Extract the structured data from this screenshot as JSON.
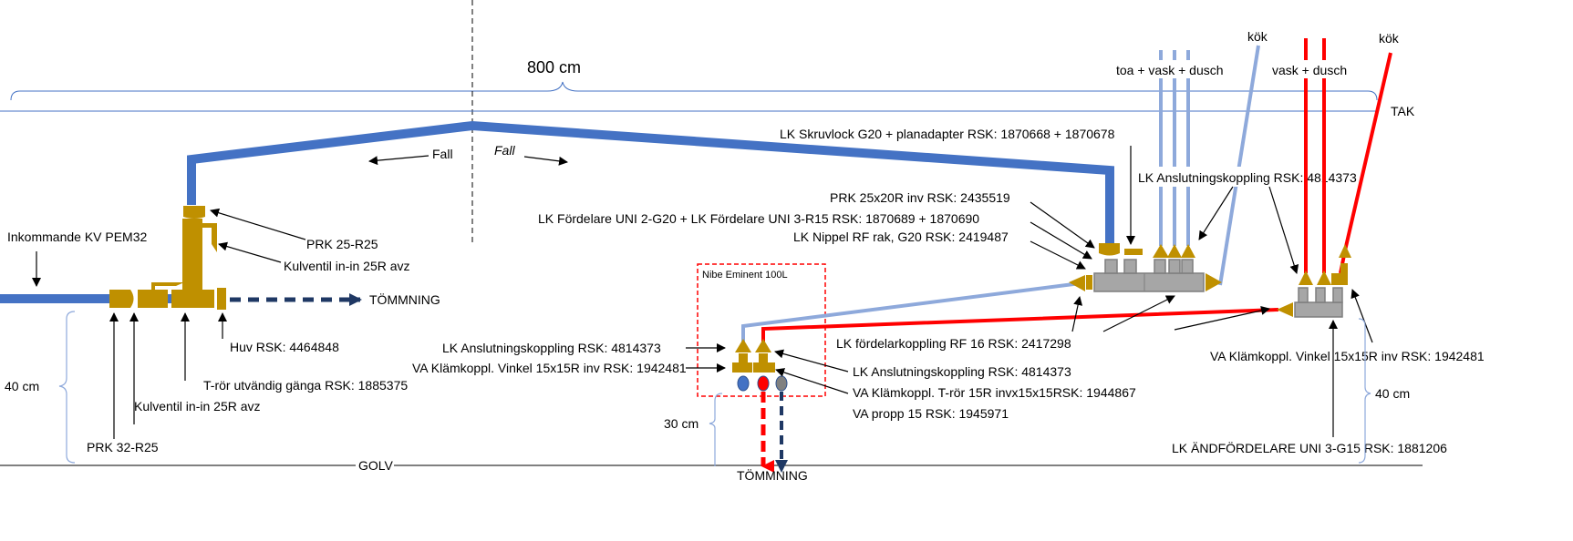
{
  "colors": {
    "cold_main": "#4472C4",
    "cold_branch": "#8EA9DB",
    "hot": "#FF0000",
    "fitting": "#BF9000",
    "manifold": "#A6A6A6",
    "drain": "#1F3864"
  },
  "dimensions": {
    "length": "800 cm",
    "left_height": "40 cm",
    "heater_height": "30 cm",
    "right_height": "40 cm"
  },
  "levels": {
    "ceiling": "TAK",
    "floor": "GOLV"
  },
  "slope": {
    "left": "Fall",
    "right": "Fall"
  },
  "outlets": {
    "cold_group": "toa + vask + dusch",
    "cold_kitchen": "kök",
    "hot_group": "vask + dusch",
    "hot_kitchen": "kök"
  },
  "heater": {
    "name": "Nibe Eminent 100L",
    "drain": "TÖMMNING"
  },
  "left_assembly": {
    "incoming": "Inkommande KV PEM32",
    "drain": "TÖMMNING",
    "prk_top": "PRK 25-R25",
    "valve_top": "Kulventil in-in 25R avz",
    "cap": "Huv RSK: 4464848",
    "tee": "T-rör utvändig gänga  RSK: 1885375",
    "valve_bottom": "Kulventil in-in 25R avz",
    "prk_bottom": "PRK 32-R25"
  },
  "cold_manifold": {
    "screw_lock": "LK Skruvlock G20 + planadapter RSK: 1870668 + 1870678",
    "prk": "PRK 25x20R inv RSK: 2435519",
    "distributor": "LK Fördelare UNI 2-G20 + LK Fördelare UNI 3-R15 RSK: 1870689 + 1870690",
    "nipple": "LK Nippel RF rak, G20 RSK: 2419487",
    "connector": "LK Anslutningskoppling  RSK: 4814373"
  },
  "heater_fittings": {
    "connector_left": "LK Anslutningskoppling  RSK: 4814373",
    "elbow_left": "VA Klämkoppl. Vinkel 15x15R inv  RSK: 1942481",
    "connector_right": "LK Anslutningskoppling  RSK: 4814373",
    "tee_right": "VA Klämkoppl. T-rör 15R invx15x15RSK: 1944867",
    "plug": "VA propp 15 RSK: 1945971",
    "manifold_coupling": "LK fördelarkoppling RF 16 RSK: 2417298"
  },
  "hot_manifold": {
    "elbow": "VA Klämkoppl. Vinkel 15x15R inv   RSK: 1942481",
    "end_distributor": "LK ÄNDFÖRDELARE UNI 3-G15 RSK: 1881206"
  }
}
